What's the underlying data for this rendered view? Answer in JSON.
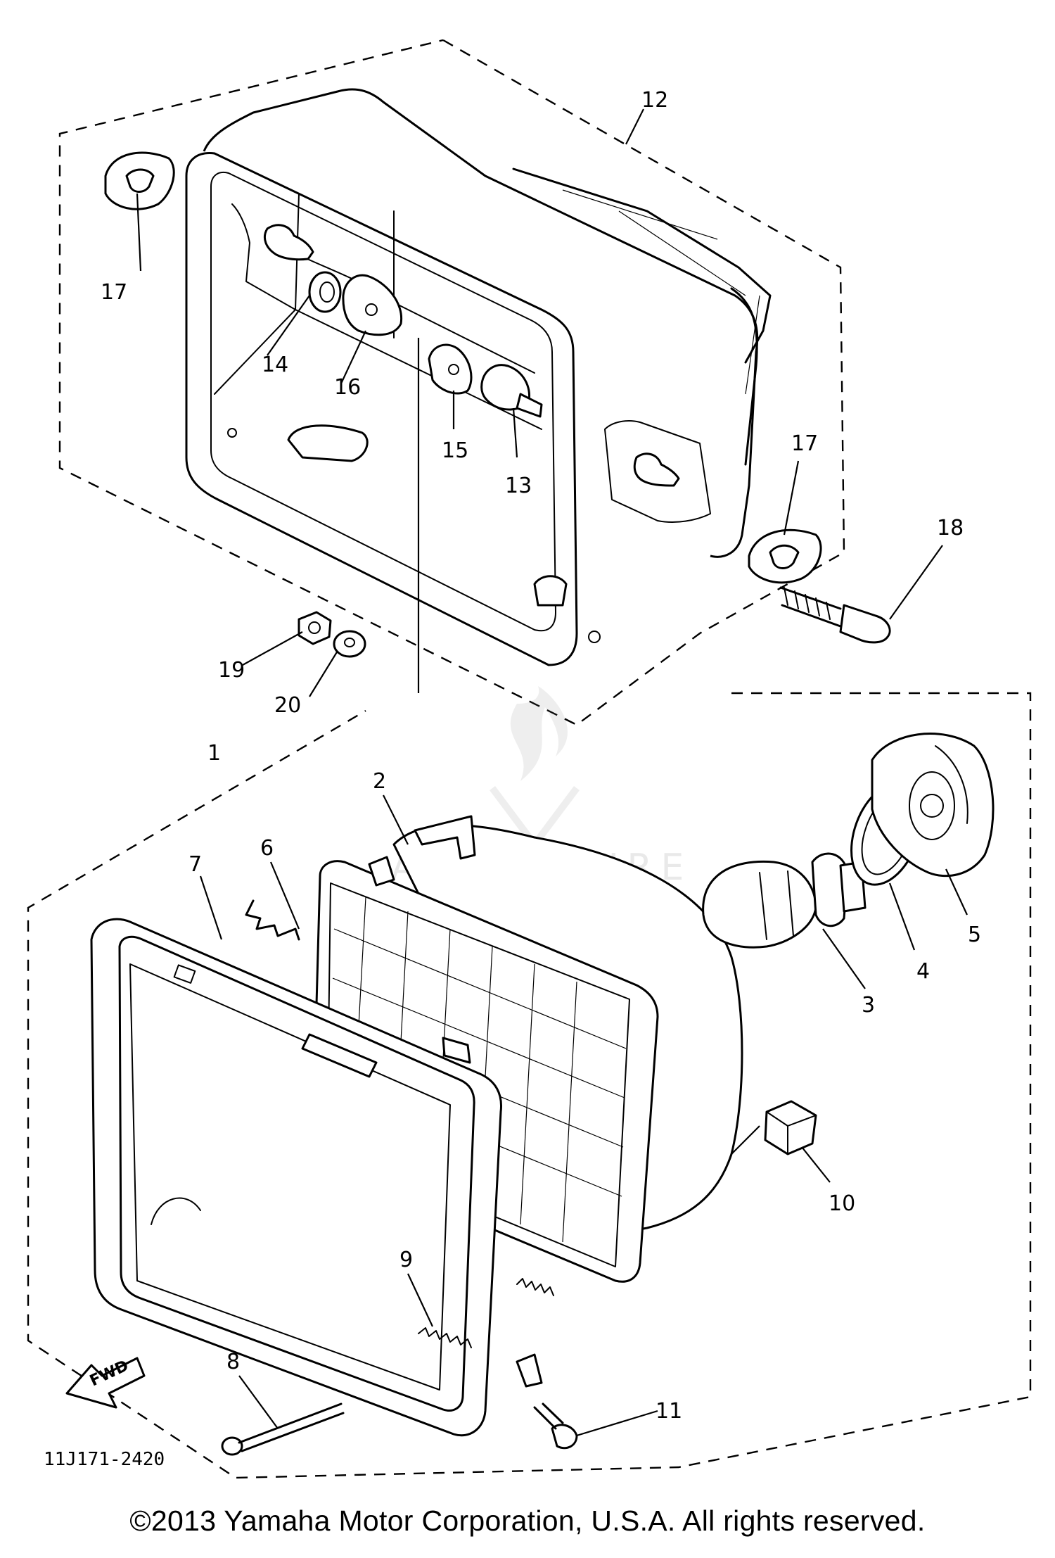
{
  "diagram": {
    "part_code": "11J171-2420",
    "fwd_label": "FWD",
    "watermark": "ADVENTURE",
    "callouts": [
      "1",
      "2",
      "3",
      "4",
      "5",
      "6",
      "7",
      "8",
      "9",
      "10",
      "11",
      "12",
      "13",
      "14",
      "15",
      "16",
      "17",
      "17",
      "18",
      "19",
      "20"
    ]
  },
  "footer": {
    "copyright": "©2013 Yamaha Motor Corporation, U.S.A. All rights reserved."
  }
}
